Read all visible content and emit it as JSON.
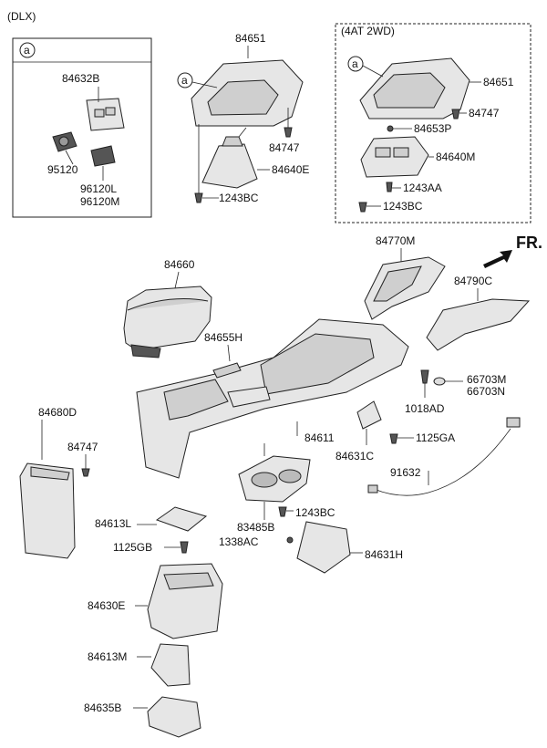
{
  "variant_dlx": "(DLX)",
  "variant_4at": "(4AT 2WD)",
  "front_arrow": "FR.",
  "callout_a": "a",
  "labels": {
    "p84632B": "84632B",
    "p95120": "95120",
    "p96120L": "96120L",
    "p96120M": "96120M",
    "p84651_mid": "84651",
    "p84747_mid": "84747",
    "p84640E": "84640E",
    "p1243BC_mid": "1243BC",
    "p84651_right": "84651",
    "p84747_right": "84747",
    "p84653P": "84653P",
    "p84640M": "84640M",
    "p1243AA": "1243AA",
    "p1243BC_right": "1243BC",
    "p84770M": "84770M",
    "p84790C": "84790C",
    "p84660": "84660",
    "p84655H": "84655H",
    "p66703M": "66703M",
    "p66703N": "66703N",
    "p1018AD": "1018AD",
    "p84680D": "84680D",
    "p84747_left": "84747",
    "p84611": "84611",
    "p84631C": "84631C",
    "p1125GA": "1125GA",
    "p91632": "91632",
    "p1243BC_low": "1243BC",
    "p83485B": "83485B",
    "p1338AC": "1338AC",
    "p84631H": "84631H",
    "p84613L": "84613L",
    "p1125GB": "1125GB",
    "p84630E": "84630E",
    "p84613M": "84613M",
    "p84635B": "84635B"
  }
}
